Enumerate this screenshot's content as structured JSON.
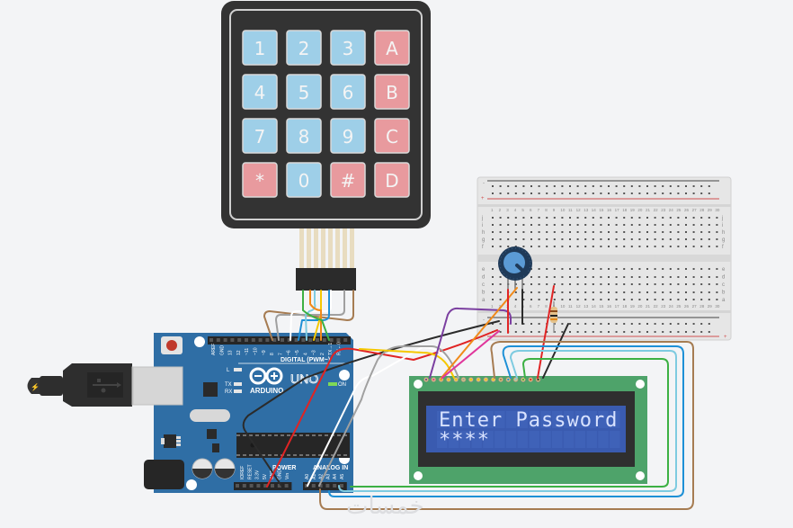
{
  "app": {
    "context": "Circuit simulation canvas",
    "watermark": "خمسات"
  },
  "keypad": {
    "type": "4x4 membrane keypad",
    "rows": [
      [
        {
          "label": "1",
          "kind": "digit"
        },
        {
          "label": "2",
          "kind": "digit"
        },
        {
          "label": "3",
          "kind": "digit"
        },
        {
          "label": "A",
          "kind": "letter"
        }
      ],
      [
        {
          "label": "4",
          "kind": "digit"
        },
        {
          "label": "5",
          "kind": "digit"
        },
        {
          "label": "6",
          "kind": "digit"
        },
        {
          "label": "B",
          "kind": "letter"
        }
      ],
      [
        {
          "label": "7",
          "kind": "digit"
        },
        {
          "label": "8",
          "kind": "digit"
        },
        {
          "label": "9",
          "kind": "digit"
        },
        {
          "label": "C",
          "kind": "letter"
        }
      ],
      [
        {
          "label": "*",
          "kind": "letter"
        },
        {
          "label": "0",
          "kind": "digit"
        },
        {
          "label": "#",
          "kind": "letter"
        },
        {
          "label": "D",
          "kind": "letter"
        }
      ]
    ],
    "colors": {
      "digit": "#9ecfe8",
      "letter": "#e89a9e",
      "body": "#333333"
    }
  },
  "lcd": {
    "type": "16x2 LCD",
    "line1": "Enter Password",
    "line2": "****",
    "colors": {
      "pcb": "#4ea36a",
      "bezel": "#2f2f2f",
      "screen": "#3a5bb0"
    }
  },
  "arduino": {
    "model": "UNO",
    "brand": "ARDUINO",
    "digital_header_label": "DIGITAL (PWM~)",
    "power_label": "POWER",
    "analog_label": "ANALOG IN",
    "on_label": "ON",
    "led_labels": [
      "L",
      "TX",
      "RX"
    ],
    "digital_pins": [
      "AREF",
      "GND",
      "13",
      "12",
      "~11",
      "~10",
      "~9",
      "8",
      "7",
      "~6",
      "~5",
      "4",
      "~3",
      "2",
      "TX→1",
      "RX←0"
    ],
    "power_pins": [
      "IOREF",
      "RESET",
      "3.3V",
      "5V",
      "GND",
      "GND",
      "Vin"
    ],
    "analog_pins": [
      "A0",
      "A1",
      "A2",
      "A3",
      "A4",
      "A5"
    ],
    "colors": {
      "board": "#2f6ea5"
    }
  },
  "breadboard": {
    "columns": 30,
    "row_labels_top": [
      "j",
      "i",
      "h",
      "g",
      "f"
    ],
    "row_labels_bottom": [
      "e",
      "d",
      "c",
      "b",
      "a"
    ],
    "rail_labels": [
      "-",
      "+"
    ]
  },
  "usb_cable": {
    "label": "USB"
  },
  "components": {
    "potentiometer": "Potentiometer",
    "resistor": "Resistor"
  }
}
